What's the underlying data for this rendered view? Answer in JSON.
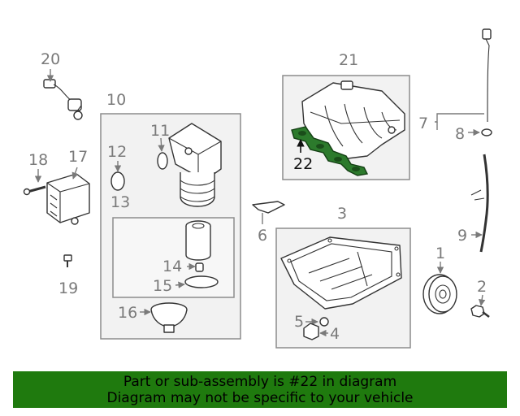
{
  "callouts": {
    "c1": "1",
    "c2": "2",
    "c3": "3",
    "c4": "4",
    "c5": "5",
    "c6": "6",
    "c7": "7",
    "c8": "8",
    "c9": "9",
    "c10": "10",
    "c11": "11",
    "c12": "12",
    "c13": "13",
    "c14": "14",
    "c15": "15",
    "c16": "16",
    "c17": "17",
    "c18": "18",
    "c19": "19",
    "c20": "20",
    "c21": "21",
    "c22": "22"
  },
  "highlight": {
    "callout": "22",
    "color": "#2c7a2c"
  },
  "banner": {
    "line1": "Part or sub-assembly is #22 in diagram",
    "line2": "Diagram may not be specific to your vehicle",
    "background": "#1f7a0e"
  }
}
